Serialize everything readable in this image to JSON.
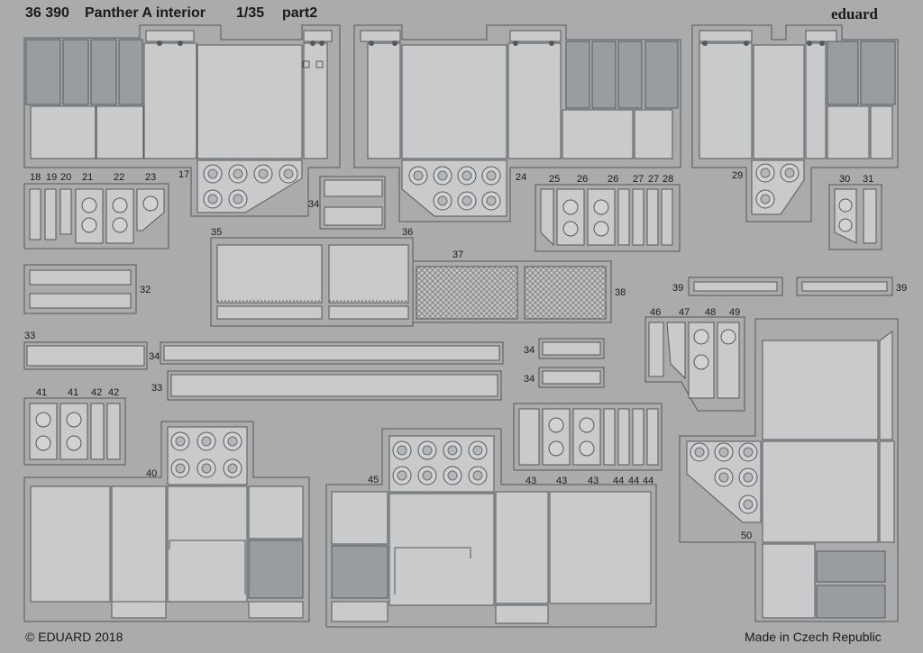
{
  "header": {
    "code": "36 390",
    "title": "Panther A interior",
    "scale": "1/35",
    "part": "part2",
    "brand": "eduard"
  },
  "footer": {
    "copyright": "© EDUARD 2018",
    "origin": "Made in Czech Republic"
  },
  "part_numbers": {
    "n18": "18",
    "n19": "19",
    "n20": "20",
    "n21": "21",
    "n22": "22",
    "n23": "23",
    "n17": "17",
    "n34a": "34",
    "n24": "24",
    "n25": "25",
    "n26a": "26",
    "n26b": "26",
    "n27a": "27",
    "n27b": "27",
    "n28": "28",
    "n29": "29",
    "n30": "30",
    "n31": "31",
    "n35": "35",
    "n36": "36",
    "n37": "37",
    "n38": "38",
    "n32": "32",
    "n39a": "39",
    "n39b": "39",
    "n33a": "33",
    "n34b": "34",
    "n33b": "33",
    "n34c": "34",
    "n34d": "34",
    "n46": "46",
    "n47": "47",
    "n48": "48",
    "n49": "49",
    "n41a": "41",
    "n41b": "41",
    "n42a": "42",
    "n42b": "42",
    "n40": "40",
    "n45": "45",
    "n43a": "43",
    "n43b": "43",
    "n43c": "43",
    "n44a": "44",
    "n44b": "44",
    "n44c": "44",
    "n50": "50"
  }
}
